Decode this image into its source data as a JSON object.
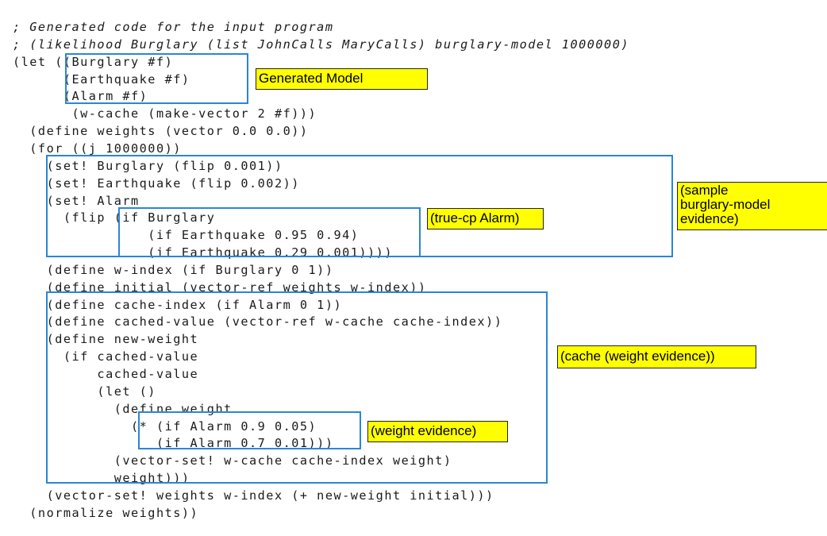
{
  "code_lines": [
    "; Generated code for the input program",
    "; (likelihood Burglary (list JohnCalls MaryCalls) burglary-model 1000000)",
    "(let ((Burglary #f)",
    "      (Earthquake #f)",
    "      (Alarm #f)",
    "       (w-cache (make-vector 2 #f)))",
    "  (define weights (vector 0.0 0.0))",
    "  (for ((j 1000000))",
    "    (set! Burglary (flip 0.001))",
    "    (set! Earthquake (flip 0.002))",
    "    (set! Alarm",
    "      (flip (if Burglary",
    "                (if Earthquake 0.95 0.94)",
    "                (if Earthquake 0.29 0.001))))",
    "    (define w-index (if Burglary 0 1))",
    "    (define initial (vector-ref weights w-index))",
    "    (define cache-index (if Alarm 0 1))",
    "    (define cached-value (vector-ref w-cache cache-index))",
    "    (define new-weight",
    "      (if cached-value",
    "          cached-value",
    "          (let ()",
    "            (define weight",
    "              (* (if Alarm 0.9 0.05)",
    "                 (if Alarm 0.7 0.01)))",
    "            (vector-set! w-cache cache-index weight)",
    "            weight)))",
    "    (vector-set! weights w-index (+ new-weight initial)))",
    "  (normalize weights))"
  ],
  "annotations": {
    "generated_model": "Generated Model",
    "sample": "(sample\nburglary-model\nevidence)",
    "true_cp": "(true-cp Alarm)",
    "cache": "(cache (weight evidence))",
    "weight_evidence": "(weight evidence)"
  },
  "colors": {
    "box_border": "#2b86d6",
    "note_fill": "#ffff00"
  }
}
